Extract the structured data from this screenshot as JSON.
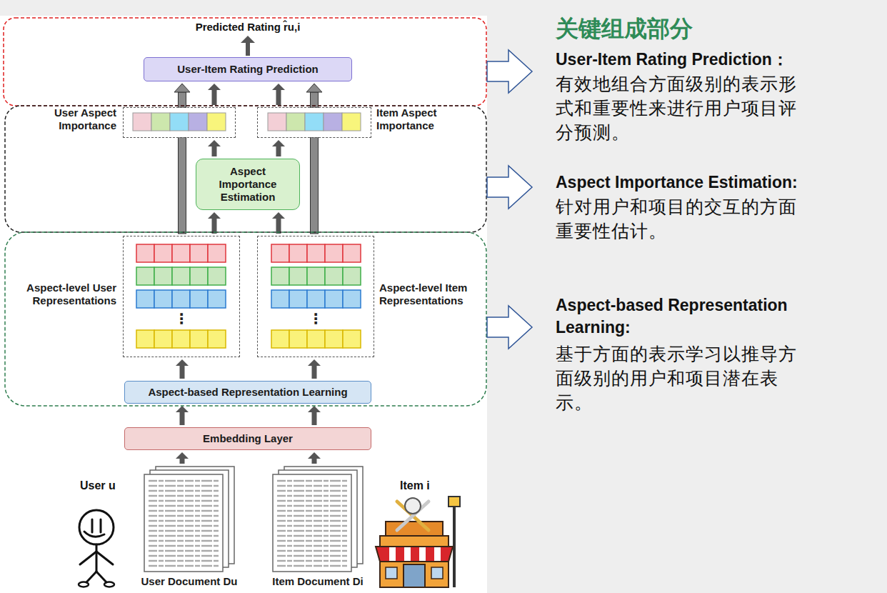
{
  "diagram": {
    "nodes": [
      {
        "text": [
          "User-Item Rating Prediction"
        ]
      },
      {
        "text": [
          "User Aspect Importance"
        ]
      },
      {
        "text": [
          "Item Aspect Importance"
        ]
      },
      {
        "text": [
          "Aspect Importance Estimation"
        ]
      },
      {
        "text": [
          "Aspect-level User Representations"
        ]
      },
      {
        "text": [
          "Aspect-level Item Representations"
        ]
      },
      {
        "text": [
          "Aspect-based Representation Learning"
        ]
      },
      {
        "text": [
          "Embedding Layer"
        ]
      },
      {
        "text": [
          "User Document Du"
        ]
      },
      {
        "text": [
          "Item Document Di"
        ]
      }
    ],
    "edges": [
      {
        "from": 8,
        "to": 7,
        "arrow": "to"
      },
      {
        "from": 9,
        "to": 7,
        "arrow": "to"
      },
      {
        "from": 7,
        "to": 6,
        "arrow": "to"
      },
      {
        "from": 7,
        "to": 6,
        "arrow": "to"
      },
      {
        "from": 6,
        "to": 4,
        "arrow": "to"
      },
      {
        "from": 6,
        "to": 5,
        "arrow": "to"
      },
      {
        "from": 4,
        "to": 3,
        "arrow": "to"
      },
      {
        "from": 5,
        "to": 3,
        "arrow": "to"
      },
      {
        "from": 3,
        "to": 1,
        "arrow": "to"
      },
      {
        "from": 3,
        "to": 2,
        "arrow": "to"
      },
      {
        "from": 1,
        "to": 0,
        "arrow": "to"
      },
      {
        "from": 2,
        "to": 0,
        "arrow": "to"
      },
      {
        "from": 4,
        "to": 0,
        "arrow": "to"
      },
      {
        "from": 5,
        "to": 0,
        "arrow": "to"
      }
    ],
    "labels": [
      "Predicted Rating r̂u,i",
      "⋮",
      "⋮",
      "User u",
      "Item i",
      "关键组成部分",
      "User-Item Rating Prediction：",
      "有效地组合方面级别的表示形式和重要性来进行用户项目评分预测。",
      "Aspect Importance Estimation:",
      "针对用户和项目的交互的方面重要性估计。",
      "Aspect-based Representation Learning:",
      "基于方面的表示学习以推导方面级别的用户和项目潜在表示。"
    ]
  }
}
